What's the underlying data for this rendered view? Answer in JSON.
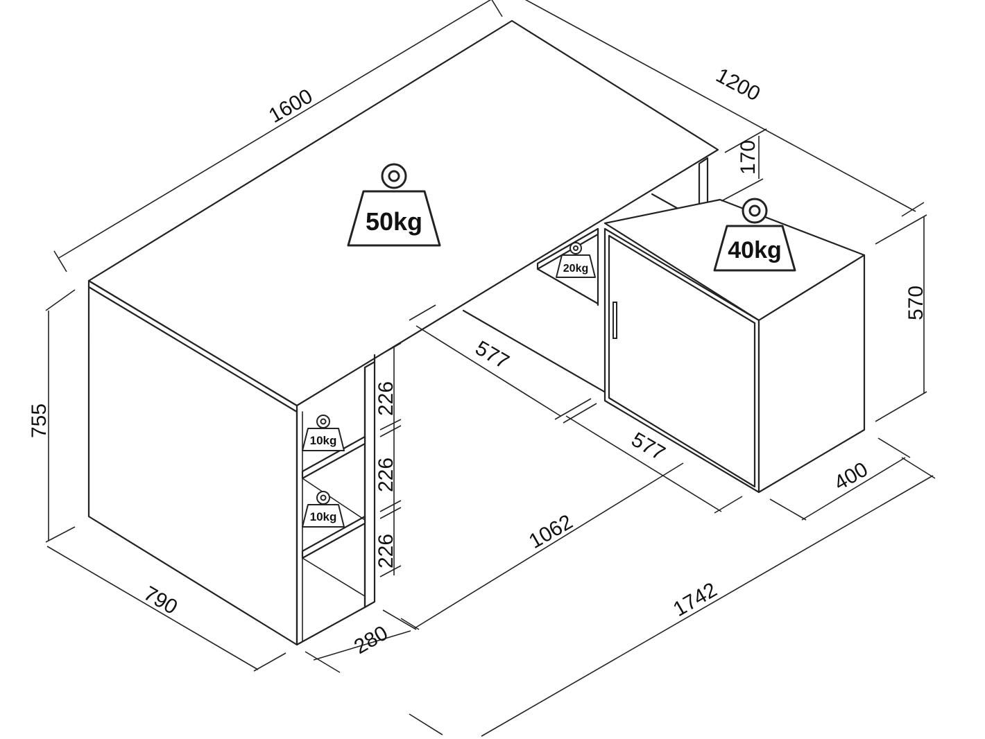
{
  "dimensions": {
    "top_length": "1600",
    "top_depth": "1200",
    "gap_height": "170",
    "cabinet_height": "570",
    "desk_height": "755",
    "desk_depth": "790",
    "shelf_width": "280",
    "inner_span": "1062",
    "total_length": "1742",
    "cabinet_depth": "400",
    "half_span_upper": "577",
    "half_span_lower": "577",
    "shelf_height_1": "226",
    "shelf_height_2": "226",
    "shelf_height_3": "226"
  },
  "loads": {
    "desktop": "50kg",
    "cabinet_top": "40kg",
    "corner_shelf": "20kg",
    "shelf_upper": "10kg",
    "shelf_lower": "10kg"
  },
  "icons": [
    "weight-icon"
  ]
}
